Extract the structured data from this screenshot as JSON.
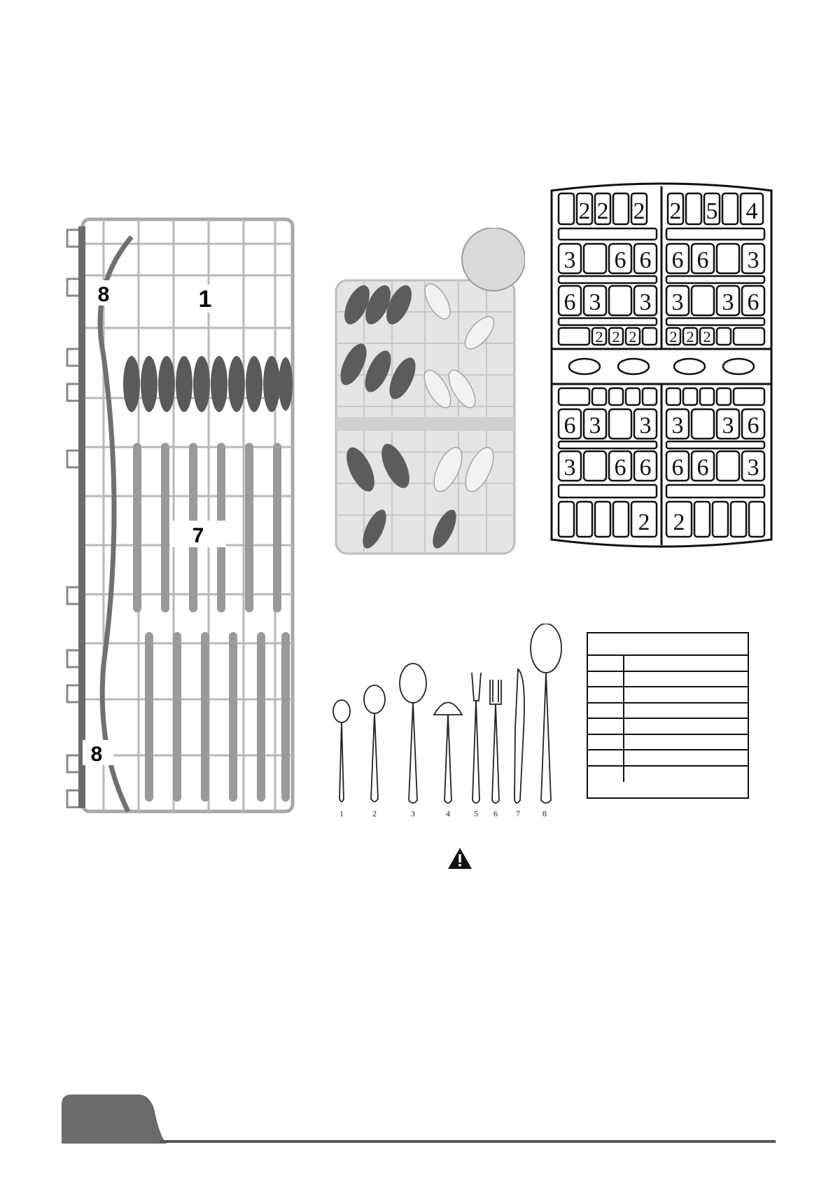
{
  "rack": {
    "labels": [
      "8",
      "1",
      "7",
      "8"
    ]
  },
  "tray": {
    "rows": [
      [
        "",
        "2",
        "2",
        "",
        "2",
        "2",
        "",
        "5",
        "",
        "4"
      ],
      [
        "3",
        "",
        "6",
        "6",
        "6",
        "6",
        "",
        "3"
      ],
      [
        "6",
        "3",
        "",
        "3",
        "3",
        "",
        "3",
        "6"
      ],
      [
        "2",
        "2",
        "2",
        "2",
        "2",
        "2"
      ],
      [
        "6",
        "3",
        "",
        "3",
        "3",
        "",
        "3",
        "6"
      ],
      [
        "3",
        "",
        "6",
        "6",
        "6",
        "6",
        "",
        "3"
      ],
      [
        "",
        "",
        "",
        "2",
        "2",
        "",
        "",
        ""
      ]
    ]
  },
  "cutlery": {
    "numbers": [
      "1",
      "2",
      "3",
      "4",
      "5",
      "6",
      "7",
      "8"
    ]
  },
  "colors": {
    "rack_gray": "#9a9a9a",
    "dark_item": "#555555",
    "footer": "#6b6b6b"
  },
  "icons": {
    "warning": "warning-triangle-icon"
  }
}
